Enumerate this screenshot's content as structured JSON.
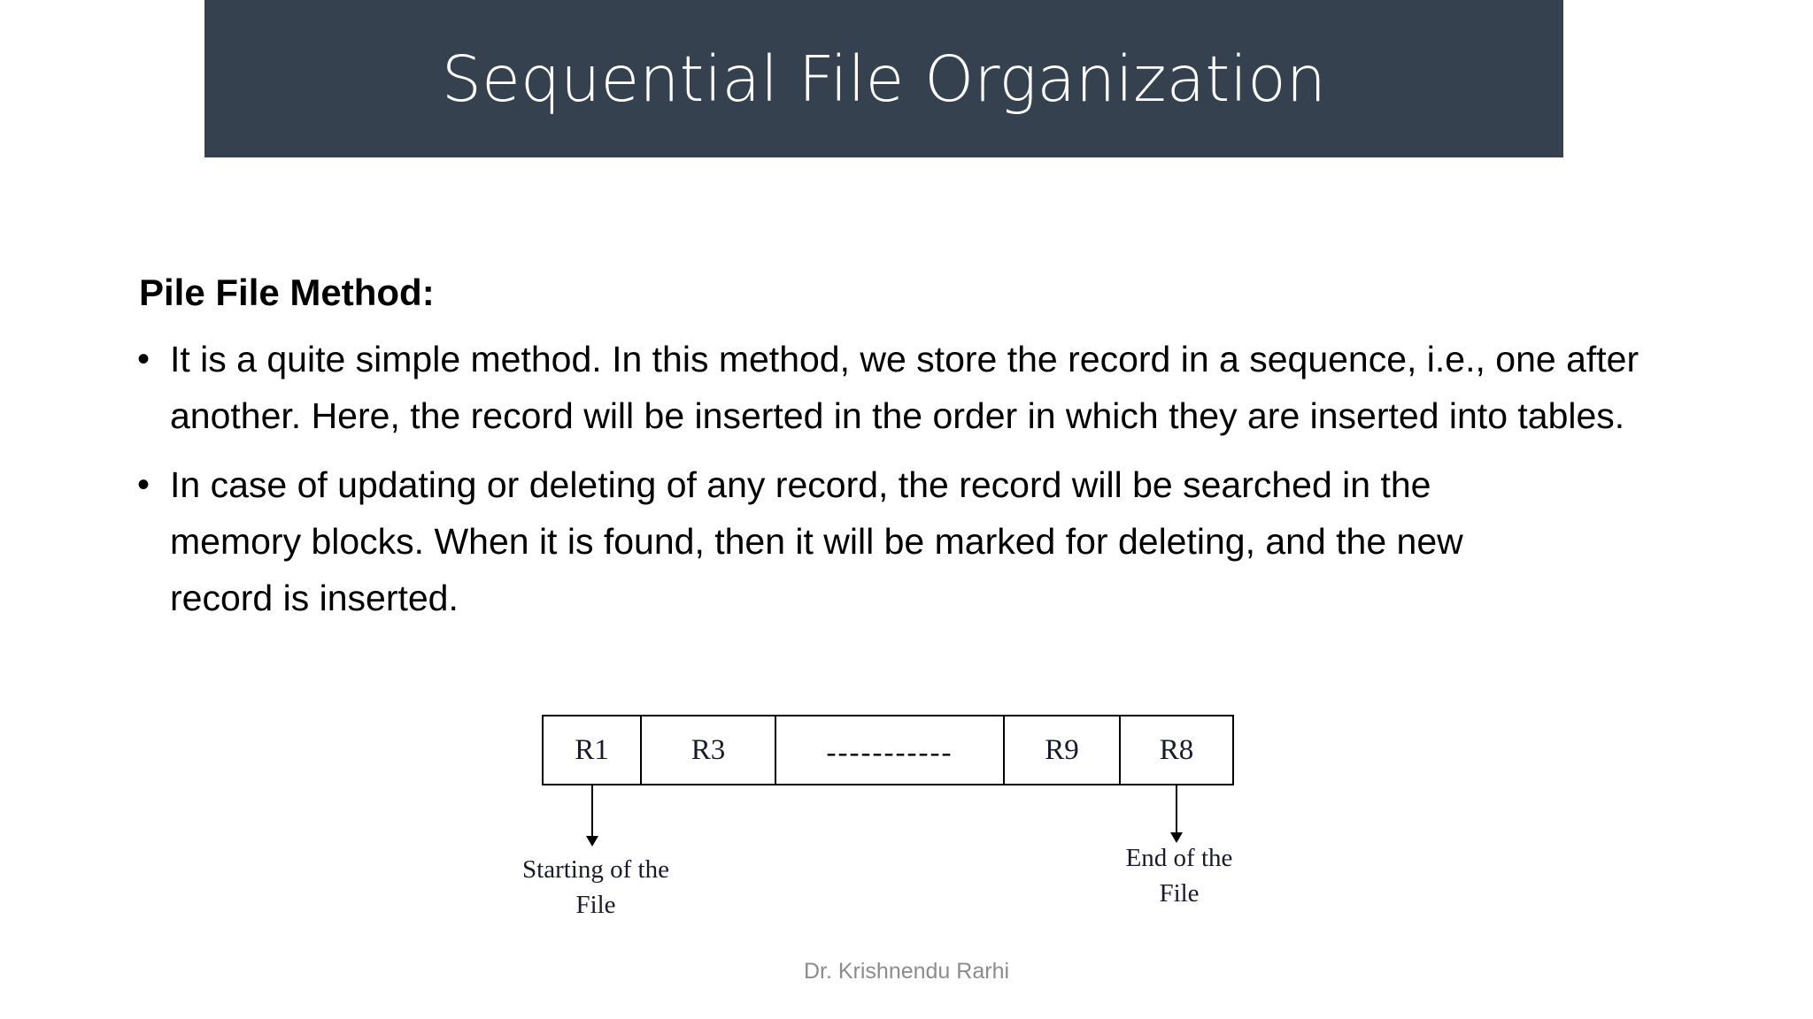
{
  "slide": {
    "title": "Sequential File Organization",
    "title_bar_color": "#36414F",
    "title_text_color": "#FFFFFF",
    "background_color": "#FFFFFF"
  },
  "body": {
    "heading": "Pile File Method:",
    "bullets": [
      {
        "marker": "•",
        "text": "It is a quite simple method. In this method, we store the record in a sequence, i.e., one after another. Here, the record will be inserted in the order in which they are inserted into tables."
      },
      {
        "marker": "•",
        "text": "In case of updating or deleting of any record, the record will be searched in the memory blocks. When it is found, then it will be marked for deleting, and the new record is inserted."
      }
    ]
  },
  "diagram": {
    "cells": [
      {
        "label": "R1"
      },
      {
        "label": "R3"
      },
      {
        "label": "-----------"
      },
      {
        "label": "R9"
      },
      {
        "label": "R8"
      }
    ],
    "annotations": {
      "start_label": "Starting of the\nFile",
      "start_label_line1": "Starting of the",
      "start_label_line2": "File",
      "end_label_line1": "End of the",
      "end_label_line2": "File"
    },
    "line_color": "#000000",
    "text_color": "#1a1a2e"
  },
  "footer": {
    "text": "Dr. Krishnendu Rarhi",
    "color": "#8C8C8C"
  }
}
